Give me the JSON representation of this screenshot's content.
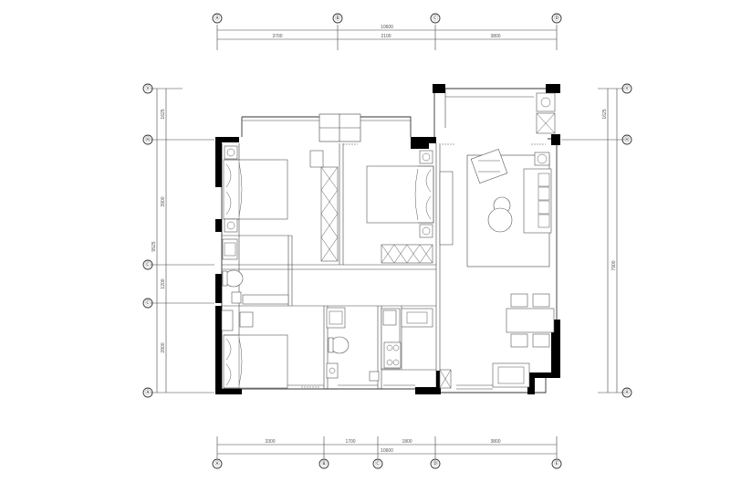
{
  "dimensions": {
    "top_total": "10600",
    "top_segments": [
      "3700",
      "2100",
      "3800"
    ],
    "bottom_total": "10600",
    "bottom_segments": [
      "3300",
      "1700",
      "1800",
      "3800"
    ],
    "left_segments": [
      "1625",
      "3900",
      "1200",
      "2800"
    ],
    "left_total": "9525",
    "right_segments": [
      "1625"
    ],
    "right_total": "7900"
  },
  "axis_labels": {
    "top": [
      "Ⓐ",
      "Ⓑ",
      "Ⓒ",
      "Ⓓ"
    ],
    "bottom": [
      "Ⓐ",
      "Ⓑ",
      "Ⓒ",
      "Ⓓ",
      "Ⓔ"
    ],
    "left": [
      "Ⓥ",
      "Ⓗ",
      "Ⓒ",
      "Ⓒ",
      "Ⓐ"
    ],
    "right": [
      "Ⓥ",
      "Ⓗ",
      "Ⓐ"
    ]
  }
}
